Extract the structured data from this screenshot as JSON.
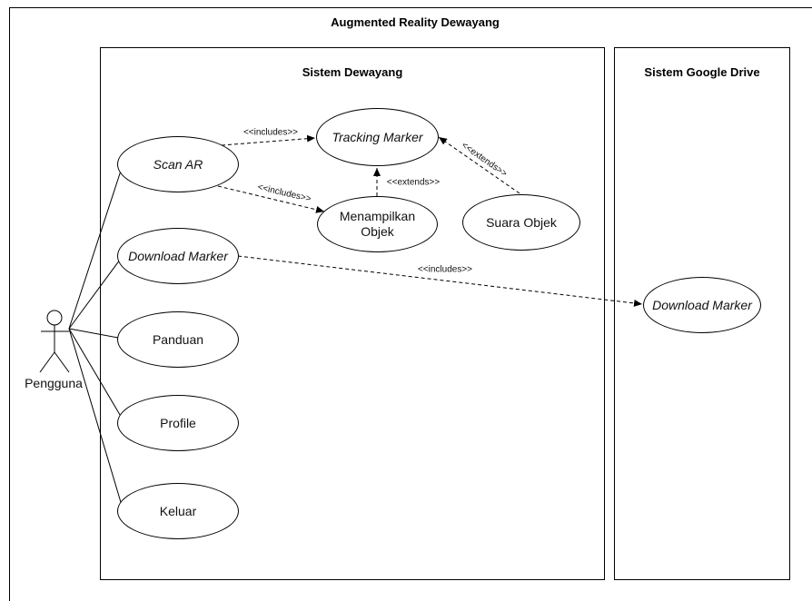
{
  "diagram": {
    "title": "Augmented Reality Dewayang",
    "systems": {
      "dewayang": "Sistem Dewayang",
      "google_drive": "Sistem Google Drive"
    },
    "actor": {
      "label": "Pengguna"
    },
    "use_cases": {
      "scan_ar": "Scan AR",
      "download_marker": "Download Marker",
      "panduan": "Panduan",
      "profile": "Profile",
      "keluar": "Keluar",
      "tracking_marker": "Tracking Marker",
      "menampilkan_objek_1": "Menampilkan",
      "menampilkan_objek_2": "Objek",
      "suara_objek": "Suara Objek",
      "gdrive_download_marker": "Download Marker"
    },
    "relations": {
      "scan_tracking": "<<includes>>",
      "scan_menampilkan": "<<includes>>",
      "menampilkan_tracking": "<<extends>>",
      "suara_tracking": "<<extends>>",
      "download_gdrive": "<<includes>>"
    }
  }
}
